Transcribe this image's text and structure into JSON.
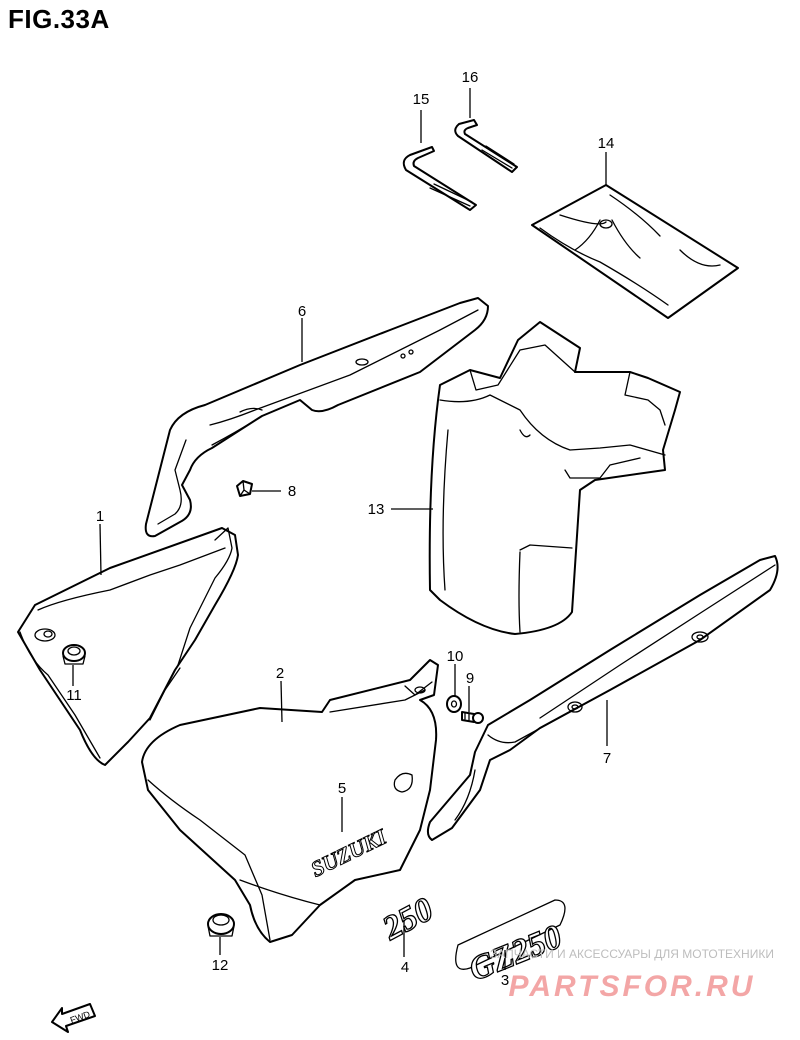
{
  "title": "FIG.33A",
  "callouts": {
    "p1": "1",
    "p2": "2",
    "p3": "3",
    "p4": "4",
    "p5": "5",
    "p6": "6",
    "p7": "7",
    "p8": "8",
    "p9": "9",
    "p10": "10",
    "p11": "11",
    "p12": "12",
    "p13": "13",
    "p14": "14",
    "p15": "15",
    "p16": "16"
  },
  "emblems": {
    "side_cover_logo": "SUZUKI",
    "badge_250": "250",
    "badge_gz250": "GZ250",
    "fwd_arrow": "FWD"
  },
  "watermark": {
    "tagline": "ЗАПЧАСТИ И АКСЕССУАРЫ ДЛЯ МОТОТЕХНИКИ",
    "brand": "PARTSFOR.RU"
  }
}
